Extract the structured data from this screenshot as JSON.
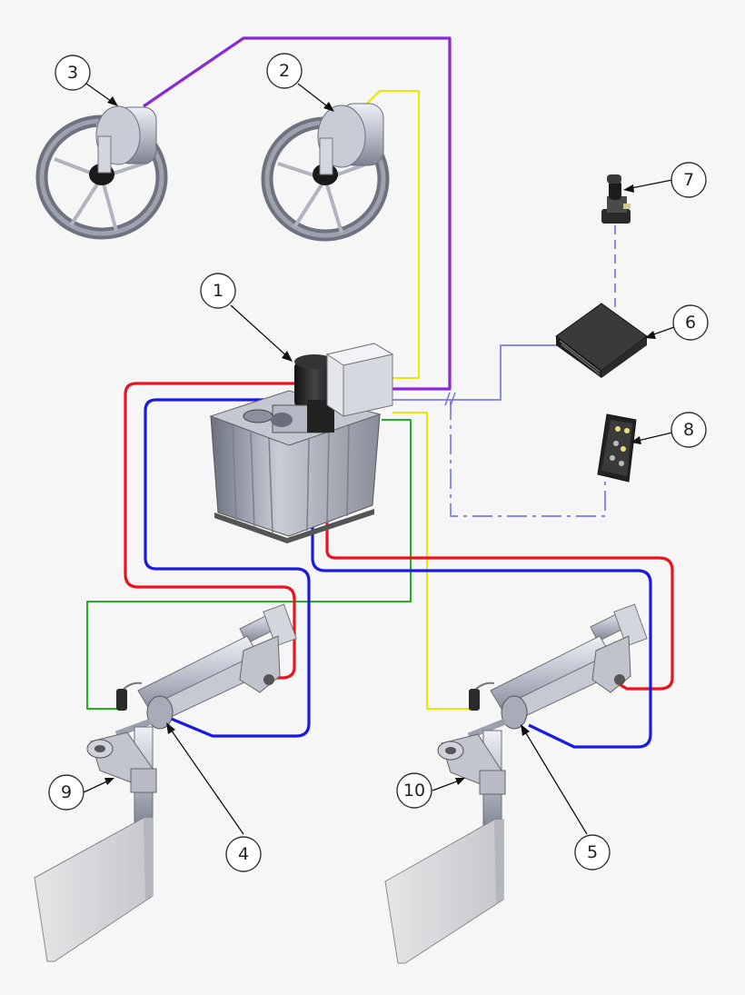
{
  "callouts": [
    {
      "id": "1",
      "label": "1",
      "target": "hydraulic-power-unit"
    },
    {
      "id": "2",
      "label": "2",
      "target": "steering-wheel-helm-2"
    },
    {
      "id": "3",
      "label": "3",
      "target": "steering-wheel-helm-3"
    },
    {
      "id": "4",
      "label": "4",
      "target": "steering-cylinder-left"
    },
    {
      "id": "5",
      "label": "5",
      "target": "steering-cylinder-right"
    },
    {
      "id": "6",
      "label": "6",
      "target": "control-unit-box"
    },
    {
      "id": "7",
      "label": "7",
      "target": "joystick"
    },
    {
      "id": "8",
      "label": "8",
      "target": "remote-control"
    },
    {
      "id": "9",
      "label": "9",
      "target": "tiller-arm-left"
    },
    {
      "id": "10",
      "label": "10",
      "target": "tiller-arm-right"
    }
  ],
  "colors": {
    "red": "#e8141e",
    "blue": "#1a1ae0",
    "green": "#22b022",
    "yellow": "#e8e800",
    "purple": "#8a28d8",
    "signal": "#8a8ae8",
    "metal": "#b8bcc8",
    "dark": "#2a2a2a"
  }
}
